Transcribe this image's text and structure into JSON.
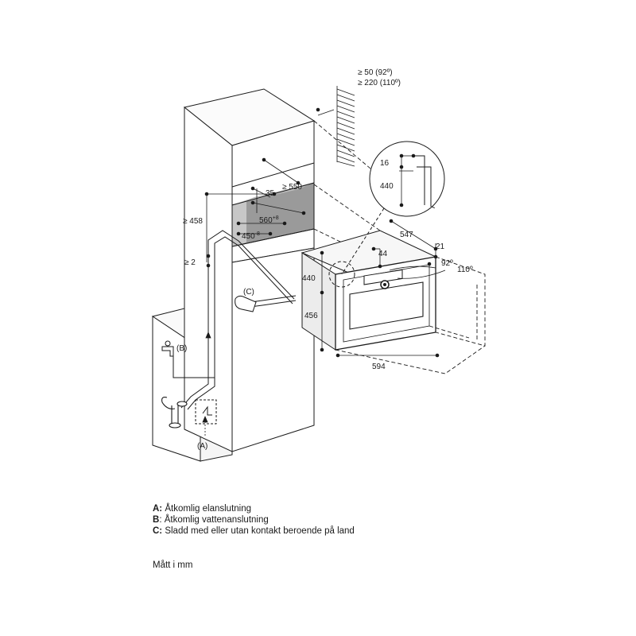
{
  "clearance": {
    "line1": "≥ 50 (92º)",
    "line2": "≥ 220 (110º)"
  },
  "detail": {
    "d16": "16",
    "d440": "440"
  },
  "niche": {
    "d35": "35",
    "d550": "≥ 550",
    "d560": "560",
    "d560_tol": "+8",
    "d450": "450",
    "d450_tol": "-8",
    "d458": "≥ 458",
    "d2": "≥ 2"
  },
  "appliance": {
    "d547": "547",
    "d21": "21",
    "d44": "44",
    "a92": "92º",
    "a110": "110º",
    "d440": "440",
    "d456": "456",
    "d594": "594"
  },
  "callouts": {
    "a": "(A)",
    "b": "(B)",
    "c": "(C)"
  },
  "legend": [
    {
      "key": "A:",
      "text": " Åtkomlig elanslutning"
    },
    {
      "key": "B",
      "text": ": Åtkomlig vattenanslutning"
    },
    {
      "key": "C:",
      "text": " Sladd med eller utan kontakt beroende på land"
    }
  ],
  "units": "Mått i mm"
}
